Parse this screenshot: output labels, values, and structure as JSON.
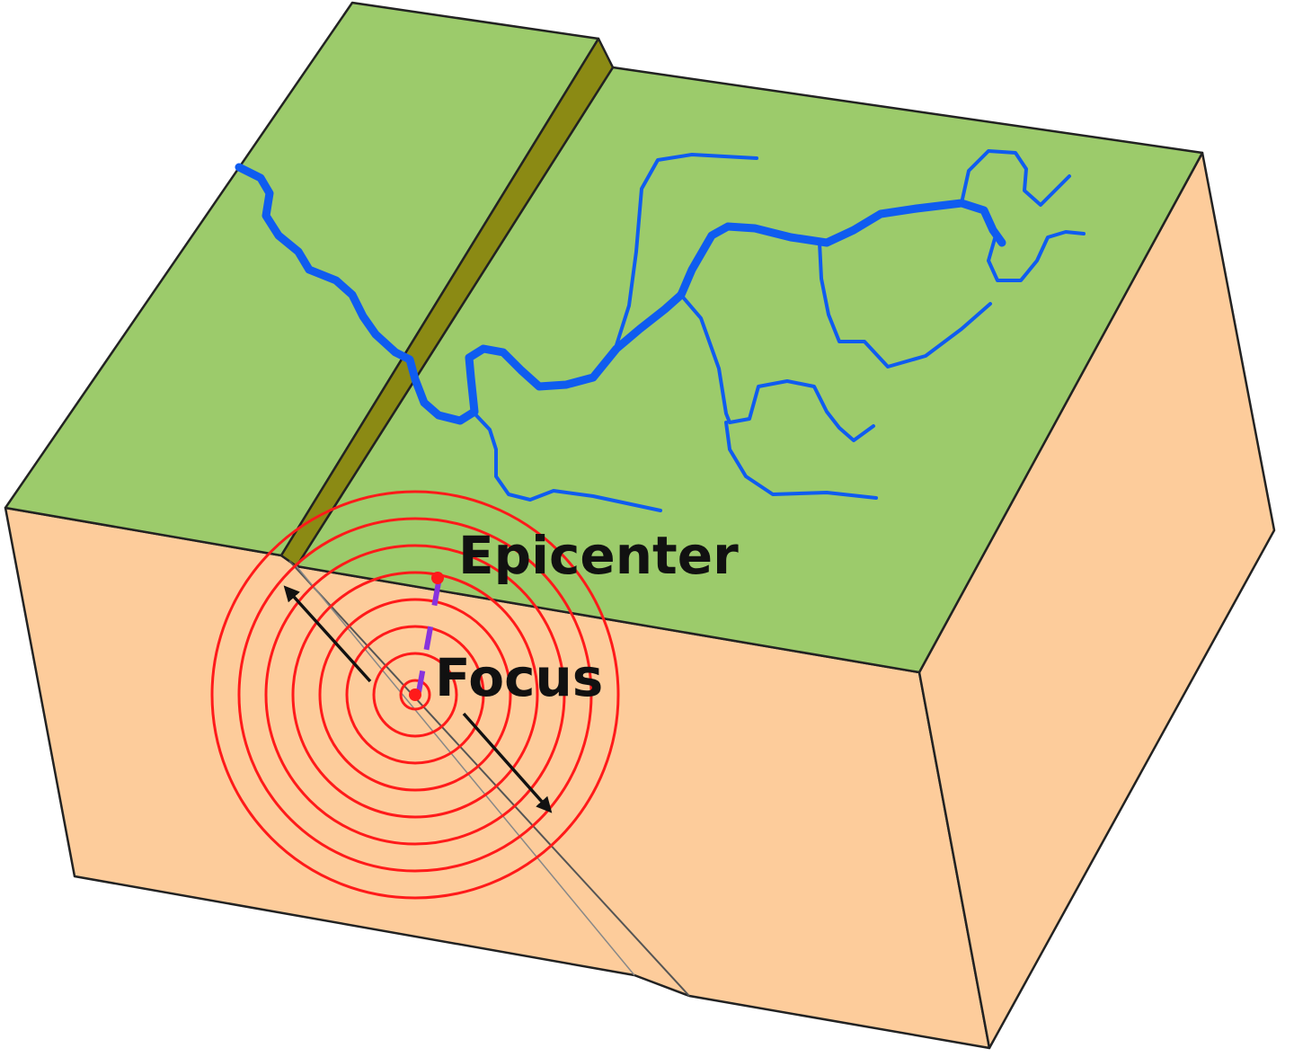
{
  "labels": {
    "epicenter": "Epicenter",
    "focus": "Focus"
  },
  "colors": {
    "surface": "#9ccb6b",
    "crust": "#fdcc9b",
    "fault_scarp": "#8b8a14",
    "river": "#0f5cf0",
    "waves": "#ff1a1a",
    "epicenter_link": "#8833dd",
    "outline": "#222222"
  },
  "icons": {
    "focus_marker": "red-dot",
    "epicenter_marker": "red-dot",
    "motion_arrows": "double-arrow"
  },
  "seismic_waves": {
    "ring_count": 8
  }
}
